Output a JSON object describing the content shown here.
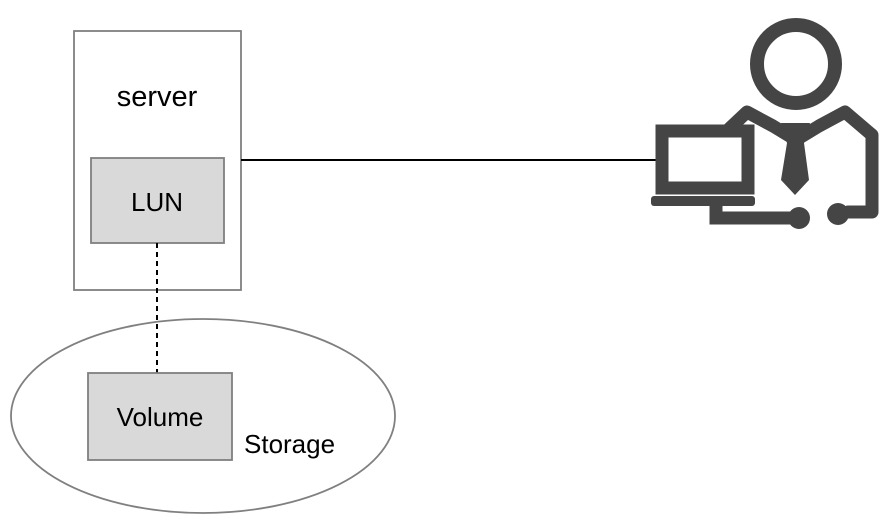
{
  "server": {
    "label": "server"
  },
  "lun": {
    "label": "LUN"
  },
  "volume": {
    "label": "Volume"
  },
  "storage": {
    "label": "Storage"
  },
  "icons": {
    "user": "user-with-laptop-icon"
  },
  "colors": {
    "box_fill": "#d9d9d9",
    "box_border": "#7f7f7f",
    "icon": "#454545",
    "line": "#000000"
  }
}
